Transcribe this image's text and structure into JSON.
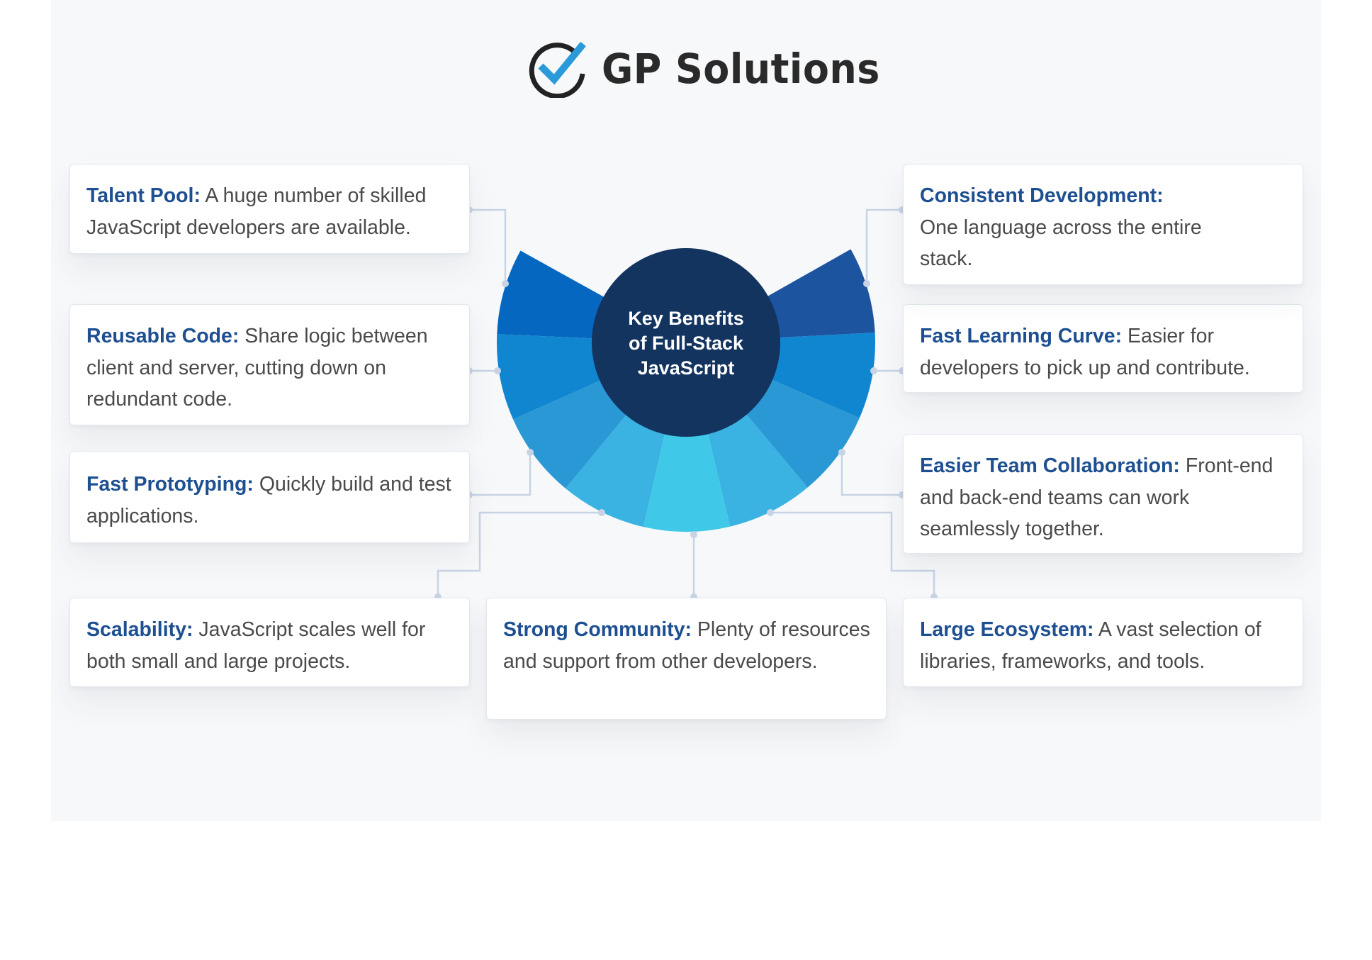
{
  "brand": {
    "name": "GP Solutions",
    "icon": "check-circle-logo-icon",
    "colors": {
      "ring": "#222222",
      "check": "#2A9BD8",
      "text": "#2A2A2A"
    }
  },
  "center": {
    "lines": [
      "Key Benefits",
      "of Full-Stack",
      "JavaScript"
    ],
    "fill": "#13345F"
  },
  "fan": {
    "segment_colors": [
      "#0667C0",
      "#1186D0",
      "#2B98D6",
      "#3BB3E2",
      "#3FC8E8",
      "#3BB3E2",
      "#2B98D6",
      "#1186D0",
      "#1D54A0"
    ]
  },
  "colors": {
    "title": "#1D4F91",
    "body": "#4A4A4A",
    "connector": "#C8D3E6",
    "background": "#F7F8FA"
  },
  "benefits": [
    {
      "title": "Talent Pool:",
      "text": " A huge number of skilled JavaScript developers are available."
    },
    {
      "title": "Reusable Code:",
      "text": " Share logic between client and server, cutting down on redundant code."
    },
    {
      "title": "Fast Prototyping:",
      "text": " Quickly build and test applications."
    },
    {
      "title": "Scalability:",
      "text": " JavaScript scales well for both small and large projects."
    },
    {
      "title": "Strong Community:",
      "text": " Plenty of resources and support from other developers."
    },
    {
      "title": "Large Ecosystem:",
      "text": " A vast selection of libraries, frameworks, and tools."
    },
    {
      "title": "Easier Team Collaboration:",
      "text": " Front-end and back-end teams can work seamlessly together."
    },
    {
      "title": "Fast Learning Curve:",
      "text": " Easier for developers to pick up and contribute."
    },
    {
      "title": "Consistent Development:",
      "text": " One language across the entire stack."
    }
  ]
}
